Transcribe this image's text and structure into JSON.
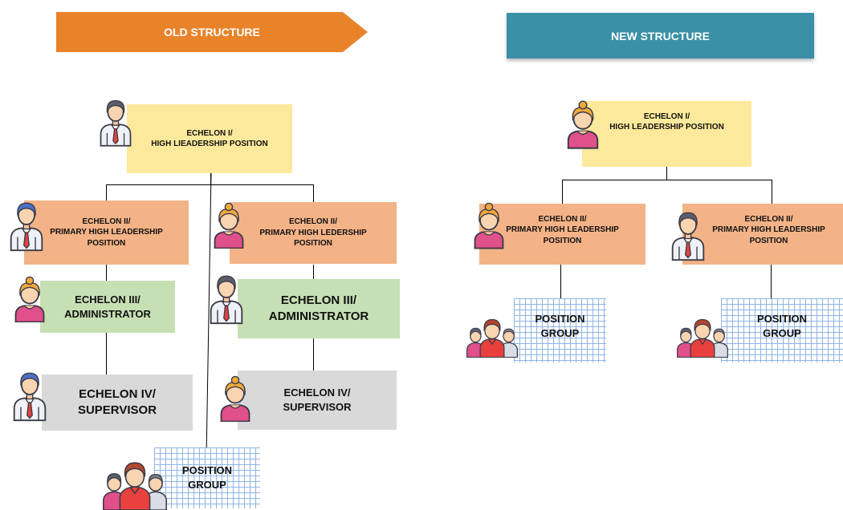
{
  "old": {
    "banner": "OLD STRUCTURE",
    "echelon1": {
      "l1": "ECHELON I/",
      "l2": "HIGH LIEADERSHIP POSITION"
    },
    "echelon2_left": {
      "l1": "ECHELON II/",
      "l2": "PRIMARY HIGH LEADERSHIP",
      "l3": "POSITION"
    },
    "echelon2_right": {
      "l1": "ECHELON II/",
      "l2": "PRIMARY HIGH LEDERSHIP",
      "l3": "POSITION"
    },
    "echelon3_left": {
      "l1": "ECHELON III/",
      "l2": "ADMINISTRATOR"
    },
    "echelon3_right": {
      "l1": "ECHELON III/",
      "l2": "ADMINISTRATOR"
    },
    "echelon4_left": {
      "l1": "ECHELON IV/",
      "l2": "SUPERVISOR"
    },
    "echelon4_right": {
      "l1": "ECHELON IV/",
      "l2": "SUPERVISOR"
    },
    "position_group": {
      "l1": "POSITION",
      "l2": "GROUP"
    }
  },
  "new": {
    "banner": "NEW STRUCTURE",
    "echelon1": {
      "l1": "ECHELON I/",
      "l2": "HIGH LEADERSHIP POSITION"
    },
    "echelon2_left": {
      "l1": "ECHELON II/",
      "l2": "PRIMARY HIGH LEADERSHIP",
      "l3": "POSITION"
    },
    "echelon2_right": {
      "l1": "ECHELON II/",
      "l2": "PRIMARY HIGH LEADERSHIP",
      "l3": "POSITION"
    },
    "group_left": {
      "l1": "POSITION",
      "l2": "GROUP"
    },
    "group_right": {
      "l1": "POSITION",
      "l2": "GROUP"
    }
  },
  "colors": {
    "old_banner": "#e8832a",
    "new_banner": "#3a90a7",
    "echelon1": "#fde99b",
    "echelon2": "#f3b387",
    "echelon3": "#c6e0b4",
    "echelon4": "#d9d9d9",
    "position_group_grid": "#8fb4e6"
  },
  "icons": [
    "man-icon",
    "woman-icon",
    "group-icon"
  ]
}
